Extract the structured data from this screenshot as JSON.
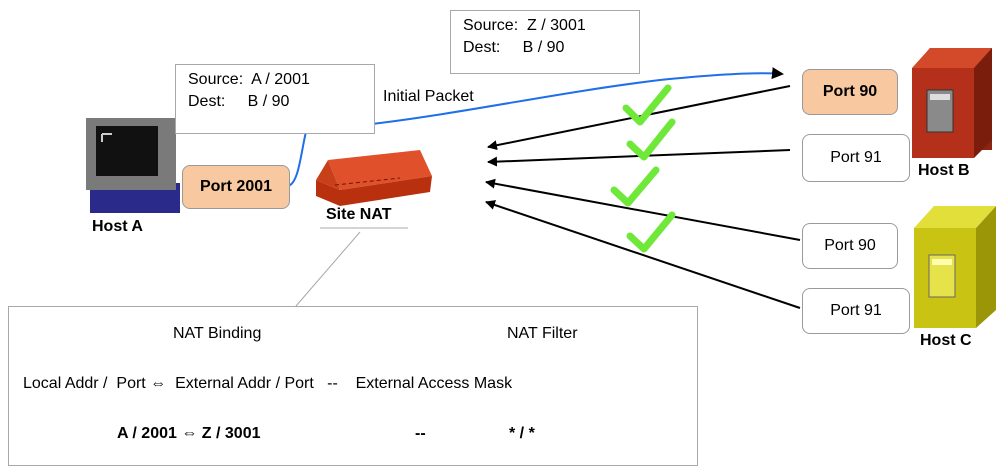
{
  "packet_label": "Initial Packet",
  "hosts": {
    "a": {
      "label": "Host A"
    },
    "b": {
      "label": "Host B"
    },
    "c": {
      "label": "Host C"
    },
    "nat": {
      "label": "Site NAT"
    }
  },
  "ports": {
    "host_a": "Port 2001",
    "host_b_90": "Port 90",
    "host_b_91": "Port 91",
    "host_c_90": "Port 90",
    "host_c_91": "Port 91"
  },
  "inner_packet": {
    "source": "Source:  A / 2001",
    "dest": "Dest:     B / 90"
  },
  "outer_packet": {
    "source": "Source:  Z / 3001",
    "dest": "Dest:     B / 90"
  },
  "table": {
    "binding_header": "NAT Binding",
    "filter_header": "NAT Filter",
    "columns_line": "Local Addr /  Port ⇔  External Addr / Port   --    External Access Mask",
    "binding_value": "A / 2001 ⇔ Z / 3001",
    "separator": "--",
    "filter_value": "* / *"
  },
  "colors": {
    "packet_path": "#1f6fe8",
    "check": "#6fe83a",
    "port_highlight": "#f8c9a0",
    "nat_red": "#d23a14",
    "host_b": "#b5301a",
    "host_c": "#c9c414"
  }
}
